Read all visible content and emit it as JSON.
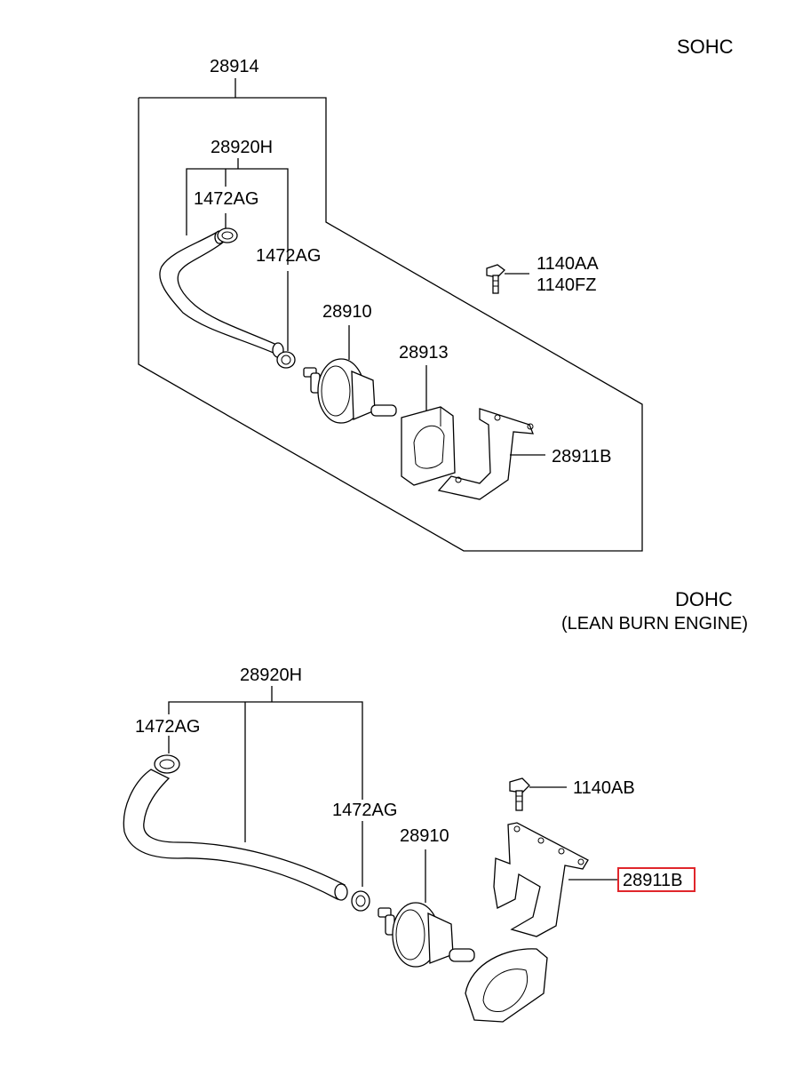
{
  "sections": {
    "sohc": {
      "title": "SOHC",
      "labels": {
        "assembly": "28914",
        "hose": "28920H",
        "clamp_left": "1472AG",
        "clamp_right": "1472AG",
        "valve": "28910",
        "holder": "28913",
        "bolt_a": "1140AA",
        "bolt_b": "1140FZ",
        "bracket": "28911B"
      }
    },
    "dohc": {
      "title": "DOHC",
      "subtitle": "(LEAN BURN ENGINE)",
      "labels": {
        "hose": "28920H",
        "clamp_left": "1472AG",
        "clamp_right": "1472AG",
        "valve": "28910",
        "bolt": "1140AB",
        "bracket": "28911B"
      }
    }
  },
  "highlight_color": "#e0262b"
}
